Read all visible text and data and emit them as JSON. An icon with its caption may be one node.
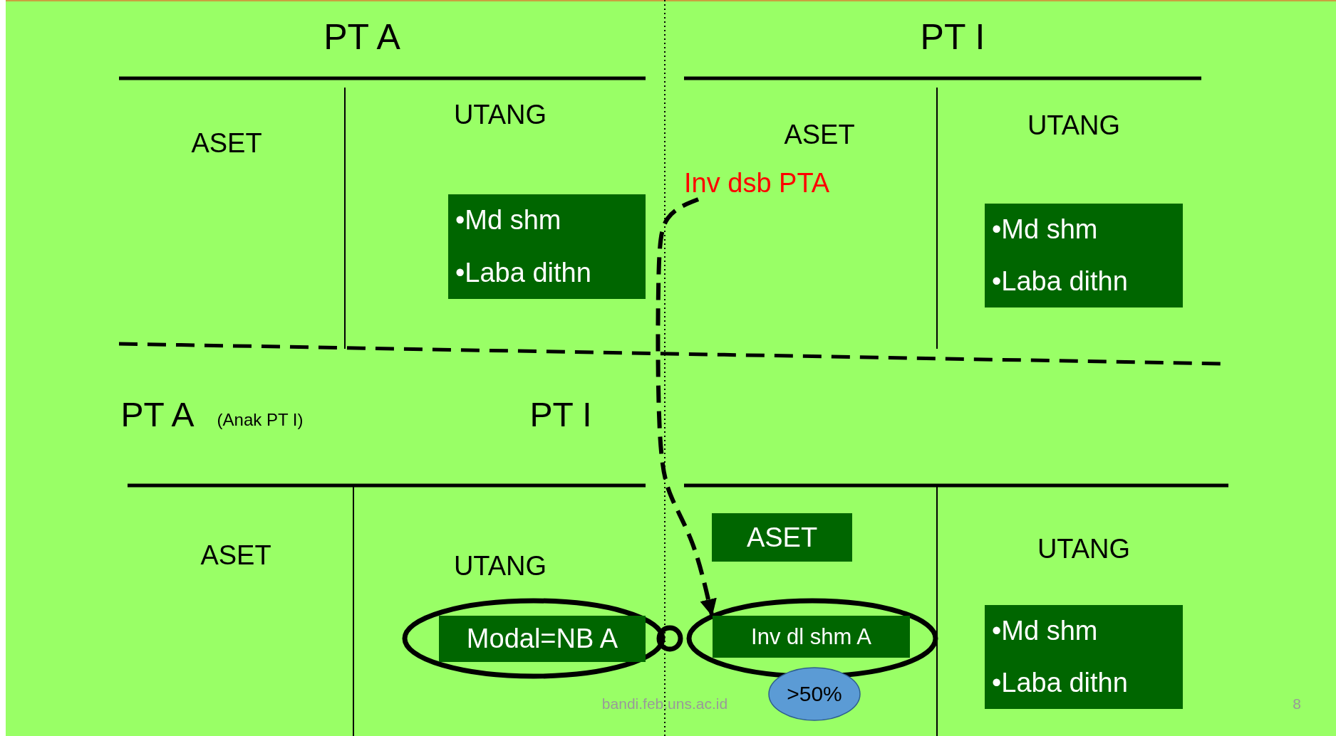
{
  "diagram": {
    "nodes": [
      {
        "text": [
          "•Md shm",
          "•Laba dithn"
        ]
      },
      {
        "text": [
          "•Md shm",
          "•Laba dithn"
        ]
      },
      {
        "text": [
          "Inv dsb PTA"
        ]
      },
      {
        "text": [
          "ASET"
        ]
      },
      {
        "text": [],
        "shape": "ellipse"
      },
      {
        "text": [
          "Modal=NB A"
        ],
        "in": 4
      },
      {
        "text": [],
        "shape": "ellipse"
      },
      {
        "text": [
          "Inv dl shm A"
        ],
        "in": 6
      },
      {
        "text": [
          ">50%"
        ]
      },
      {
        "text": [
          "•Md shm",
          "•Laba dithn"
        ]
      }
    ],
    "edges": [
      {
        "from": 2,
        "to": 6,
        "arrow": "to",
        "style": "dashed"
      }
    ],
    "labels": [
      "PT A",
      "PT I",
      "ASET",
      "UTANG",
      "ASET",
      "UTANG",
      "PT A",
      "(Anak  PT I)",
      "PT I",
      "ASET",
      "UTANG",
      "UTANG",
      "bandi.feb.uns.ac.id",
      "8"
    ]
  }
}
